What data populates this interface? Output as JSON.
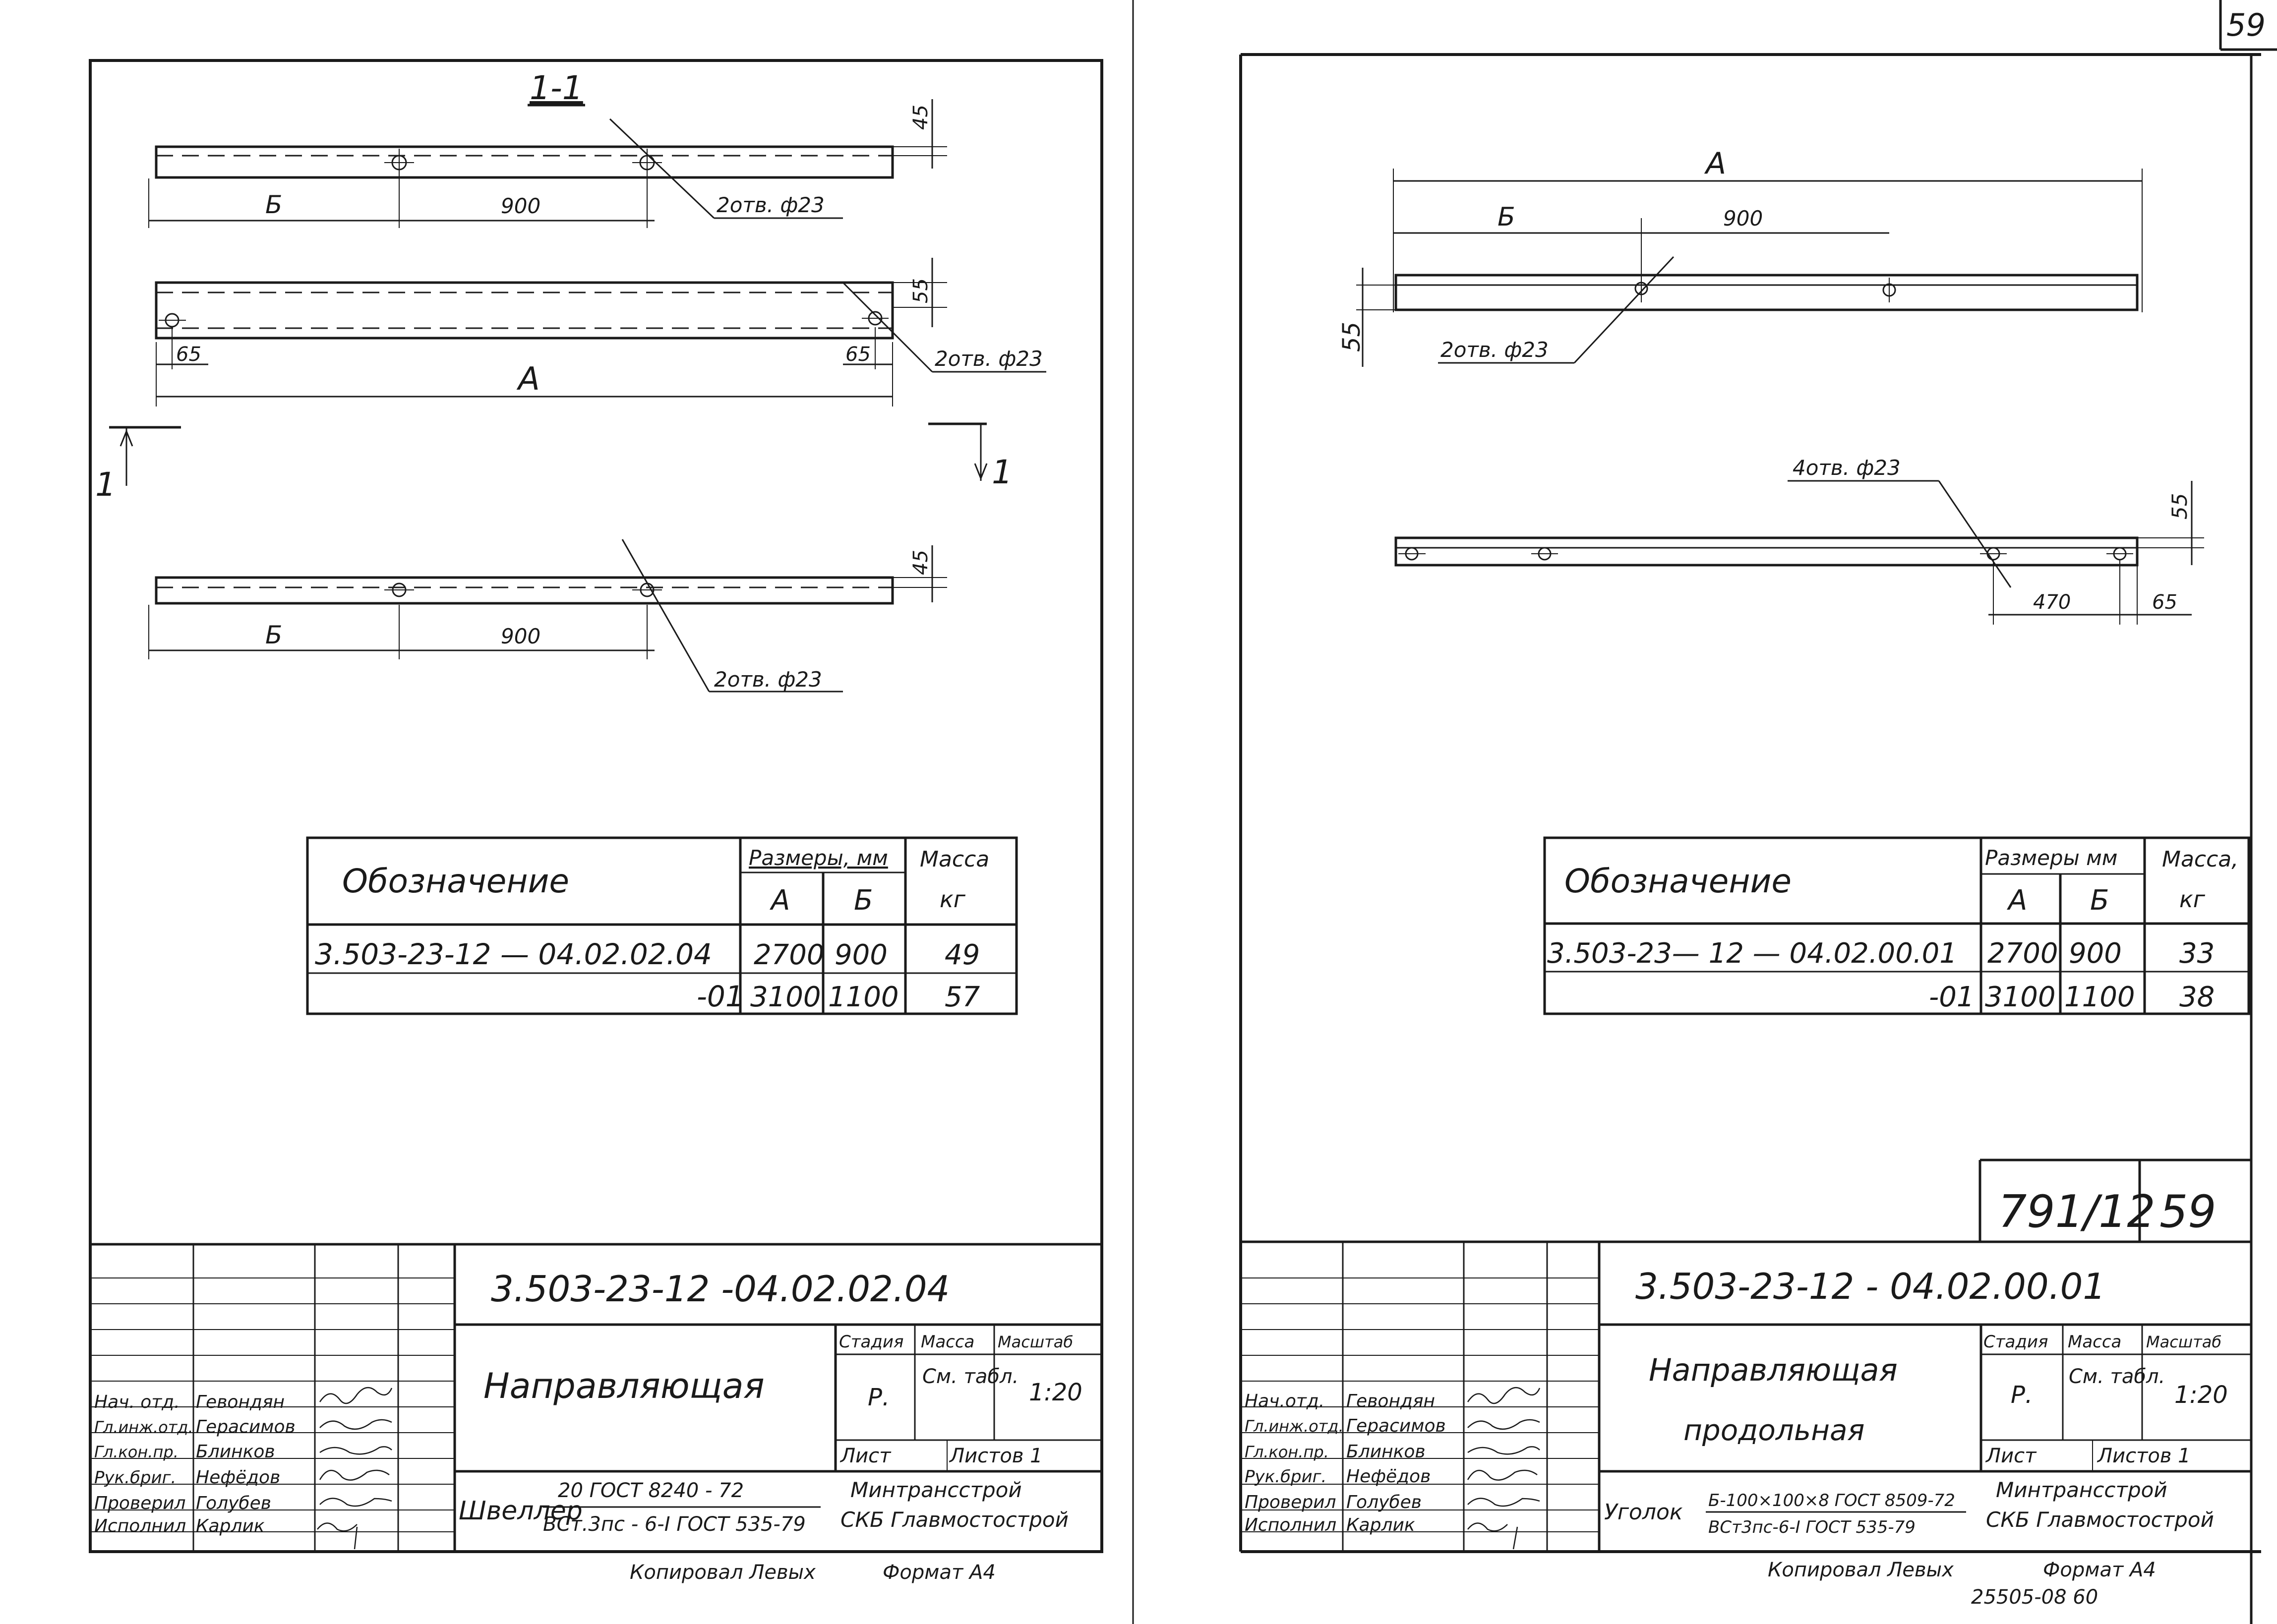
{
  "page_number": "59",
  "left": {
    "section_label": "1-1",
    "cut_marks": [
      "1",
      "1"
    ],
    "views": {
      "top": {
        "dim_b": "Б",
        "dim_900": "900",
        "dim_45": "45",
        "holes": "2отв. ф23"
      },
      "middle": {
        "dim_a": "А",
        "dim_65_left": "65",
        "dim_65_right": "65",
        "dim_55": "55",
        "holes": "2отв. ф23"
      },
      "bottom": {
        "dim_b": "Б",
        "dim_900": "900",
        "dim_45": "45",
        "holes": "2отв. ф23"
      }
    },
    "table": {
      "col_designation": "Обозначение",
      "col_dimensions": "Размеры, мм",
      "col_mass": "Масса",
      "col_a": "А",
      "col_b": "Б",
      "col_kg": "кг",
      "rows": [
        {
          "designation": "3.503-23-12 — 04.02.02.04",
          "a": "2700",
          "b": "900",
          "mass": "49"
        },
        {
          "designation": "-01",
          "a": "3100",
          "b": "1100",
          "mass": "57"
        }
      ]
    },
    "stamp": {
      "code": "3.503-23-12 -04.02.02.04",
      "title": "Направляющая",
      "stage_label": "Стадия",
      "mass_label": "Масса",
      "scale_label": "Масштаб",
      "stage": "Р.",
      "mass": "См. табл.",
      "scale": "1:20",
      "sheet_label": "Лист",
      "sheets_label": "Листов 1",
      "org1": "Минтрансстрой",
      "org2": "СКБ Главмостострой",
      "material_name": "Швеллер",
      "material_top": "20 ГОСТ 8240 - 72",
      "material_bottom": "ВСт.3пс - 6-I ГОСТ 535-79",
      "personnel": [
        {
          "role": "Нач. отд.",
          "name": "Гевондян"
        },
        {
          "role": "Гл.инж.отд.",
          "name": "Герасимов"
        },
        {
          "role": "Гл.кон.пр.",
          "name": "Блинков"
        },
        {
          "role": "Рук.бриг.",
          "name": "Нефёдов"
        },
        {
          "role": "Проверил",
          "name": "Голубев"
        },
        {
          "role": "Исполнил",
          "name": "Карлик"
        }
      ]
    },
    "footer_copied": "Копировал Левых",
    "footer_format": "Формат А4"
  },
  "right": {
    "view_top": {
      "dim_a": "А",
      "dim_b": "Б",
      "dim_900": "900",
      "dim_55": "55",
      "holes": "2отв. ф23"
    },
    "view_bottom": {
      "holes": "4отв. ф23",
      "dim_55": "55",
      "dim_470": "470",
      "dim_65": "65"
    },
    "table": {
      "col_designation": "Обозначение",
      "col_dimensions": "Размеры мм",
      "col_mass": "Масса,",
      "col_a": "А",
      "col_b": "Б",
      "col_kg": "кг",
      "rows": [
        {
          "designation": "3.503-23— 12 — 04.02.00.01",
          "a": "2700",
          "b": "900",
          "mass": "33"
        },
        {
          "designation": "-01",
          "a": "3100",
          "b": "1100",
          "mass": "38"
        }
      ]
    },
    "album_box": {
      "album": "791/12",
      "sheet": "59"
    },
    "stamp": {
      "code": "3.503-23-12 - 04.02.00.01",
      "title_line1": "Направляющая",
      "title_line2": "продольная",
      "stage_label": "Стадия",
      "mass_label": "Масса",
      "scale_label": "Масштаб",
      "stage": "Р.",
      "mass": "См. табл.",
      "scale": "1:20",
      "sheet_label": "Лист",
      "sheets_label": "Листов 1",
      "org1": "Минтрансстрой",
      "org2": "СКБ Главмостострой",
      "material_name": "Уголок",
      "material_top": "Б-100×100×8 ГОСТ 8509-72",
      "material_bottom": "ВСт3пс-6-I ГОСТ 535-79",
      "personnel": [
        {
          "role": "Нач.отд.",
          "name": "Гевондян"
        },
        {
          "role": "Гл.инж.отд.",
          "name": "Герасимов"
        },
        {
          "role": "Гл.кон.пр.",
          "name": "Блинков"
        },
        {
          "role": "Рук.бриг.",
          "name": "Нефёдов"
        },
        {
          "role": "Проверил",
          "name": "Голубев"
        },
        {
          "role": "Исполнил",
          "name": "Карлик"
        }
      ]
    },
    "footer_copied": "Копировал Левых",
    "footer_format": "Формат А4",
    "footer_number": "25505-08 60"
  }
}
